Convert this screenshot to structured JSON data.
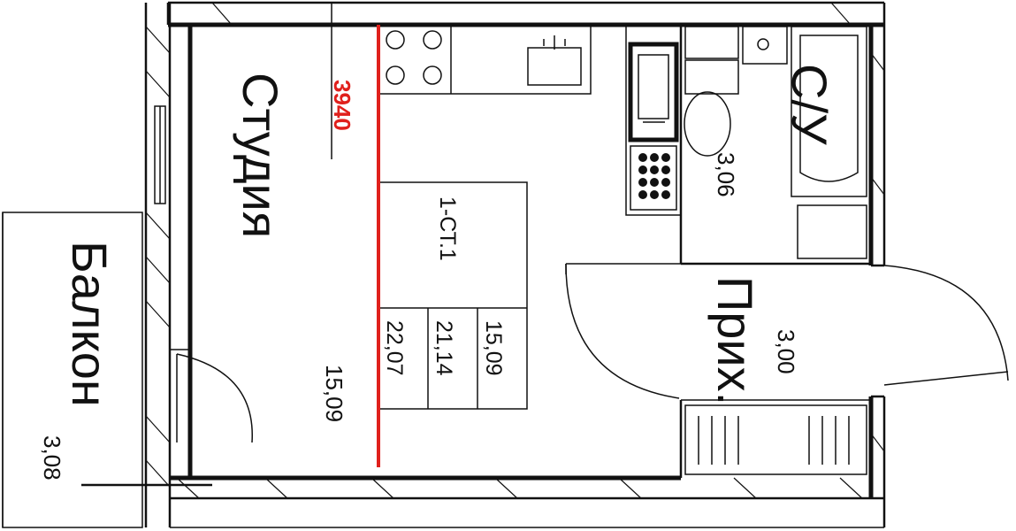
{
  "rooms": {
    "studio": {
      "name": "Студия",
      "area": "15,09"
    },
    "balcony": {
      "name": "Балкон",
      "area": "3,08"
    },
    "bathroom": {
      "name": "С/У",
      "area": "3,06"
    },
    "hallway": {
      "name": "Прих.",
      "area": "3,00"
    }
  },
  "apartment": {
    "code": "1-СТ.1",
    "living_area": "15,09",
    "total_area": "21,14",
    "total_with_balcony": "22,07"
  },
  "dimension": {
    "value": "3940",
    "color": "#e0201c"
  },
  "colors": {
    "walls": "#111111",
    "dimension_line": "#e0201c",
    "background": "#ffffff"
  }
}
